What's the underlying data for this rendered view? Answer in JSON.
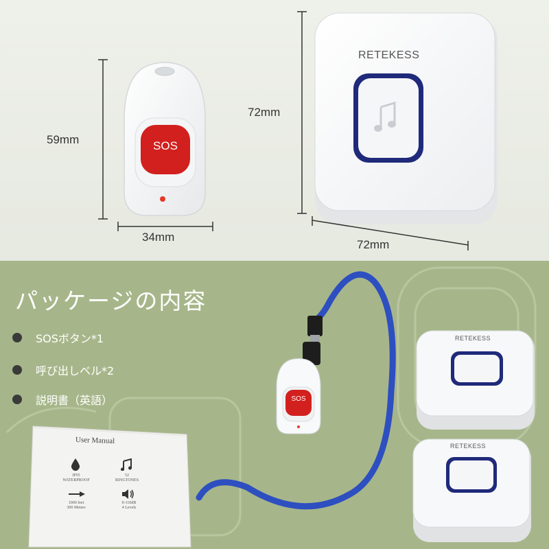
{
  "dimensions": {
    "pendant_height": "59mm",
    "pendant_width": "34mm",
    "receiver_height": "72mm",
    "receiver_width": "72mm"
  },
  "pendant": {
    "button_label": "SOS"
  },
  "receiver": {
    "brand": "RETEKESS"
  },
  "package": {
    "title": "パッケージの内容",
    "items": [
      "SOSボタン*1",
      "呼び出しベル*2",
      "説明書（英語）"
    ]
  },
  "manual": {
    "title": "User Manual",
    "features": [
      {
        "line1": "IP55",
        "line2": "WATERPROOF"
      },
      {
        "line1": "52",
        "line2": "RINGTONES"
      },
      {
        "line1": "1000 feet",
        "line2": "300 Meters"
      },
      {
        "line1": "0-110dB",
        "line2": "4 Levels"
      }
    ]
  },
  "colors": {
    "sos_red": "#d2201e",
    "lanyard_blue": "#2d4fc0",
    "accent_green": "#a7b68a"
  }
}
